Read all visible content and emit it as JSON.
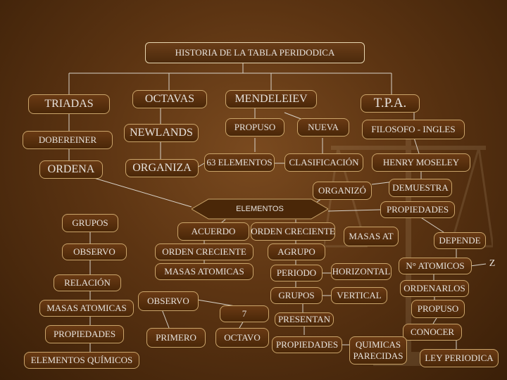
{
  "title": "HISTORIA DE LA TABLA PERIDODICA",
  "branches": {
    "triadas": "TRIADAS",
    "octavas": "OCTAVAS",
    "mendeleiev": "MENDELEIEV",
    "tpa": "T.P.A."
  },
  "nodes": {
    "dobereiner": "DOBEREINER",
    "ordena": "ORDENA",
    "newlands": "NEWLANDS",
    "organiza": "ORGANIZA",
    "propuso": "PROPUSO",
    "nueva": "NUEVA",
    "elementos63": "63 ELEMENTOS",
    "clasificacion": "CLASIFICACIÓN",
    "filosofo": "FILOSOFO - INGLES",
    "henry": "HENRY MOSELEY",
    "demuestra": "DEMUESTRA",
    "organizo": "ORGANIZÓ",
    "elementos": "ELEMENTOS",
    "propiedades_right": "PROPIEDADES",
    "grupos": "GRUPOS",
    "acuerdo": "ACUERDO",
    "orden_creciente_top": "ORDEN CRECIENTE",
    "masas_at": "MASAS AT",
    "depende": "DEPENDE",
    "observo_left": "OBSERVO",
    "orden_creciente": "ORDEN CRECIENTE",
    "agrupo": "AGRUPO",
    "n_atomicos": "N° ATOMICOS",
    "z": "Z",
    "masas_atomicas_mid": "MASAS ATOMICAS",
    "periodo": "PERIODO",
    "horizontal": "HORIZONTAL",
    "relacion": "RELACIÓN",
    "ordenarlos": "ORDENARLOS",
    "grupos2": "GRUPOS",
    "vertical": "VERTICAL",
    "observo_mid": "OBSERVO",
    "masas_atomicas_left": "MASAS ATOMICAS",
    "siete": "7",
    "propuso2": "PROPUSO",
    "presentan": "PRESENTAN",
    "conocer": "CONOCER",
    "propiedades_left": "PROPIEDADES",
    "primero": "PRIMERO",
    "octavo": "OCTAVO",
    "propiedades_mid": "PROPIEDADES",
    "quimicas": "QUIMICAS",
    "parecidas": "PARECIDAS",
    "ley_periodica": "LEY PERIODICA",
    "elementos_quimicos": "ELEMENTOS QUÍMICOS"
  },
  "colors": {
    "box_border": "#c9a46a",
    "line": "#d8d2c8",
    "text": "#e7e2dc"
  }
}
